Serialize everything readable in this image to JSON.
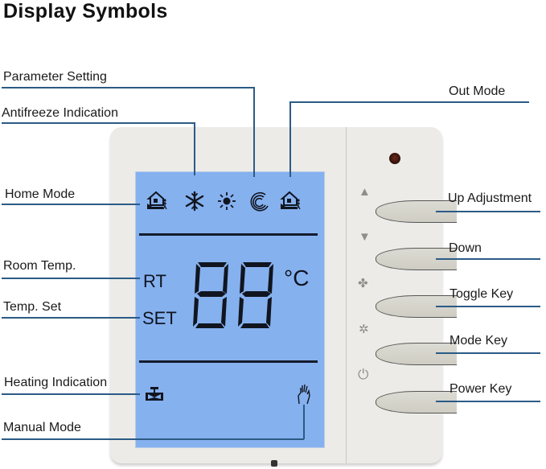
{
  "title": "Display Symbols",
  "device": {
    "lcd": {
      "rt_label": "RT",
      "set_label": "SET",
      "temp_digits": "88",
      "unit": "°C",
      "top_icons": [
        "home-mode-icon",
        "antifreeze-snowflake-icon",
        "parameter-sun-icon",
        "parameter-moon-icon",
        "out-mode-icon"
      ],
      "bottom_icons": [
        "heating-valve-icon",
        "manual-hand-icon"
      ],
      "color": "#86b1ef"
    },
    "keys": [
      {
        "icon": "up-triangle-icon",
        "glyph": "▲"
      },
      {
        "icon": "down-triangle-icon",
        "glyph": "▼"
      },
      {
        "icon": "fan-icon",
        "glyph": "✤"
      },
      {
        "icon": "mode-snow-sun-icon",
        "glyph": "✲"
      },
      {
        "icon": "power-icon",
        "glyph": "⏻"
      }
    ]
  },
  "callouts": {
    "left": {
      "parameter_setting": "Parameter Setting",
      "antifreeze_indication": "Antifreeze Indication",
      "home_mode": "Home Mode",
      "room_temp": "Room Temp.",
      "temp_set": "Temp. Set",
      "heating_indication": "Heating Indication",
      "manual_mode": "Manual Mode"
    },
    "right": {
      "out_mode": "Out Mode",
      "up_adjustment": "Up Adjustment",
      "down": "Down",
      "toggle_key": "Toggle Key",
      "mode_key": "Mode Key",
      "power_key": "Power Key"
    }
  },
  "line_color": "#2b5b86"
}
